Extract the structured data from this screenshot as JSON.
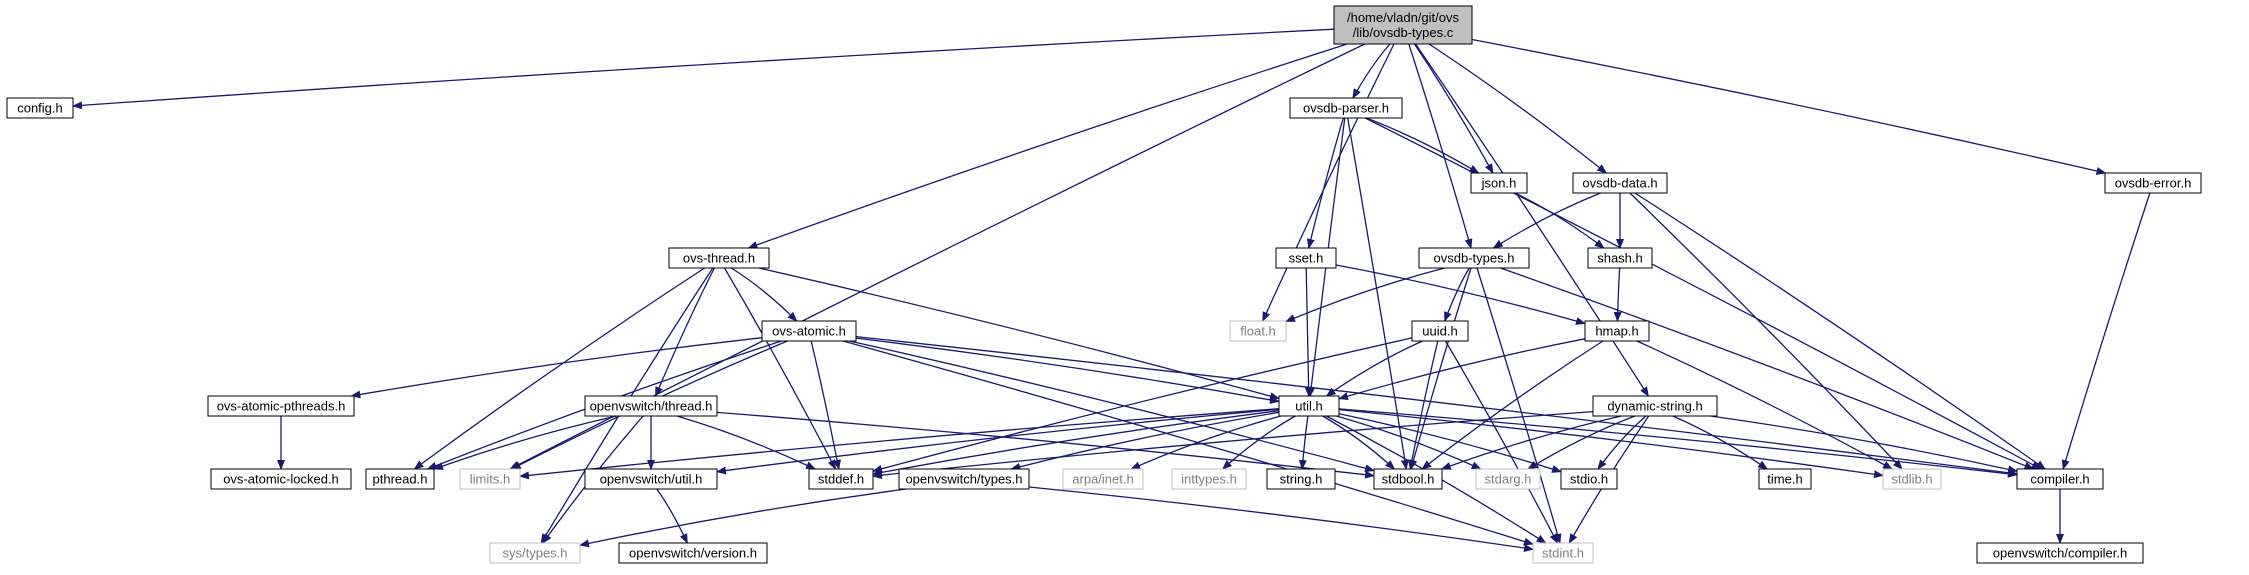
{
  "graph": {
    "colors": {
      "edge": "#191970",
      "root_fill": "#bfbfbf",
      "node_border": "#000000",
      "missing_border": "#bfbfbf",
      "missing_text": "#808080"
    },
    "nodes": [
      {
        "id": "root",
        "label_lines": [
          "/home/vladn/git/ovs",
          "/lib/ovsdb-types.c"
        ],
        "style": "root"
      },
      {
        "id": "config",
        "label_lines": [
          "config.h"
        ],
        "style": "normal"
      },
      {
        "id": "limits",
        "label_lines": [
          "limits.h"
        ],
        "style": "missing"
      },
      {
        "id": "ovsthread",
        "label_lines": [
          "ovs-thread.h"
        ],
        "style": "normal"
      },
      {
        "id": "float",
        "label_lines": [
          "float.h"
        ],
        "style": "missing"
      },
      {
        "id": "parser",
        "label_lines": [
          "ovsdb-parser.h"
        ],
        "style": "normal"
      },
      {
        "id": "json",
        "label_lines": [
          "json.h"
        ],
        "style": "normal"
      },
      {
        "id": "data",
        "label_lines": [
          "ovsdb-data.h"
        ],
        "style": "normal"
      },
      {
        "id": "types",
        "label_lines": [
          "ovsdb-types.h"
        ],
        "style": "normal"
      },
      {
        "id": "dynstr",
        "label_lines": [
          "dynamic-string.h"
        ],
        "style": "normal"
      },
      {
        "id": "error",
        "label_lines": [
          "ovsdb-error.h"
        ],
        "style": "normal"
      },
      {
        "id": "sset",
        "label_lines": [
          "sset.h"
        ],
        "style": "normal"
      },
      {
        "id": "shash",
        "label_lines": [
          "shash.h"
        ],
        "style": "normal"
      },
      {
        "id": "hmap",
        "label_lines": [
          "hmap.h"
        ],
        "style": "normal"
      },
      {
        "id": "uuid",
        "label_lines": [
          "uuid.h"
        ],
        "style": "normal"
      },
      {
        "id": "atomic",
        "label_lines": [
          "ovs-atomic.h"
        ],
        "style": "normal"
      },
      {
        "id": "atomicpth",
        "label_lines": [
          "ovs-atomic-pthreads.h"
        ],
        "style": "normal"
      },
      {
        "id": "atomiclocked",
        "label_lines": [
          "ovs-atomic-locked.h"
        ],
        "style": "normal"
      },
      {
        "id": "owthread",
        "label_lines": [
          "openvswitch/thread.h"
        ],
        "style": "normal"
      },
      {
        "id": "pthread",
        "label_lines": [
          "pthread.h"
        ],
        "style": "normal"
      },
      {
        "id": "util",
        "label_lines": [
          "util.h"
        ],
        "style": "normal"
      },
      {
        "id": "owutil",
        "label_lines": [
          "openvswitch/util.h"
        ],
        "style": "normal"
      },
      {
        "id": "stddef",
        "label_lines": [
          "stddef.h"
        ],
        "style": "normal"
      },
      {
        "id": "owtypes",
        "label_lines": [
          "openvswitch/types.h"
        ],
        "style": "normal"
      },
      {
        "id": "arpa",
        "label_lines": [
          "arpa/inet.h"
        ],
        "style": "missing"
      },
      {
        "id": "inttypes",
        "label_lines": [
          "inttypes.h"
        ],
        "style": "missing"
      },
      {
        "id": "string",
        "label_lines": [
          "string.h"
        ],
        "style": "normal"
      },
      {
        "id": "stdbool",
        "label_lines": [
          "stdbool.h"
        ],
        "style": "normal"
      },
      {
        "id": "stdarg",
        "label_lines": [
          "stdarg.h"
        ],
        "style": "missing"
      },
      {
        "id": "stdio",
        "label_lines": [
          "stdio.h"
        ],
        "style": "normal"
      },
      {
        "id": "time",
        "label_lines": [
          "time.h"
        ],
        "style": "normal"
      },
      {
        "id": "stdlib",
        "label_lines": [
          "stdlib.h"
        ],
        "style": "missing"
      },
      {
        "id": "compiler",
        "label_lines": [
          "compiler.h"
        ],
        "style": "normal"
      },
      {
        "id": "owcompiler",
        "label_lines": [
          "openvswitch/compiler.h"
        ],
        "style": "normal"
      },
      {
        "id": "systypes",
        "label_lines": [
          "sys/types.h"
        ],
        "style": "missing"
      },
      {
        "id": "owversion",
        "label_lines": [
          "openvswitch/version.h"
        ],
        "style": "normal"
      },
      {
        "id": "stdint",
        "label_lines": [
          "stdint.h"
        ],
        "style": "missing"
      }
    ],
    "edges": [
      [
        "root",
        "config"
      ],
      [
        "root",
        "limits"
      ],
      [
        "root",
        "ovsthread"
      ],
      [
        "root",
        "float"
      ],
      [
        "root",
        "parser"
      ],
      [
        "root",
        "json"
      ],
      [
        "root",
        "data"
      ],
      [
        "root",
        "types"
      ],
      [
        "root",
        "dynstr"
      ],
      [
        "root",
        "error"
      ],
      [
        "parser",
        "json"
      ],
      [
        "parser",
        "sset"
      ],
      [
        "parser",
        "util"
      ],
      [
        "parser",
        "stdbool"
      ],
      [
        "parser",
        "compiler"
      ],
      [
        "json",
        "shash"
      ],
      [
        "data",
        "types"
      ],
      [
        "data",
        "shash"
      ],
      [
        "data",
        "stdlib"
      ],
      [
        "data",
        "compiler"
      ],
      [
        "error",
        "compiler"
      ],
      [
        "ovsthread",
        "atomic"
      ],
      [
        "ovsthread",
        "owthread"
      ],
      [
        "ovsthread",
        "pthread"
      ],
      [
        "ovsthread",
        "stddef"
      ],
      [
        "ovsthread",
        "util"
      ],
      [
        "ovsthread",
        "systypes"
      ],
      [
        "sset",
        "hmap"
      ],
      [
        "sset",
        "util"
      ],
      [
        "shash",
        "hmap"
      ],
      [
        "types",
        "float"
      ],
      [
        "types",
        "uuid"
      ],
      [
        "types",
        "stdbool"
      ],
      [
        "types",
        "stdint"
      ],
      [
        "types",
        "compiler"
      ],
      [
        "hmap",
        "util"
      ],
      [
        "hmap",
        "stdbool"
      ],
      [
        "hmap",
        "stdlib"
      ],
      [
        "uuid",
        "util"
      ],
      [
        "uuid",
        "stdbool"
      ],
      [
        "uuid",
        "stdint"
      ],
      [
        "uuid",
        "stddef"
      ],
      [
        "atomic",
        "atomicpth"
      ],
      [
        "atomic",
        "pthread"
      ],
      [
        "atomic",
        "limits"
      ],
      [
        "atomic",
        "stddef"
      ],
      [
        "atomic",
        "stdint"
      ],
      [
        "atomic",
        "stdbool"
      ],
      [
        "atomic",
        "util"
      ],
      [
        "atomic",
        "compiler"
      ],
      [
        "atomicpth",
        "atomiclocked"
      ],
      [
        "owthread",
        "pthread"
      ],
      [
        "owthread",
        "owutil"
      ],
      [
        "owthread",
        "stddef"
      ],
      [
        "owthread",
        "stdbool"
      ],
      [
        "owthread",
        "systypes"
      ],
      [
        "util",
        "limits"
      ],
      [
        "util",
        "owutil"
      ],
      [
        "util",
        "stddef"
      ],
      [
        "util",
        "owtypes"
      ],
      [
        "util",
        "arpa"
      ],
      [
        "util",
        "inttypes"
      ],
      [
        "util",
        "string"
      ],
      [
        "util",
        "stdbool"
      ],
      [
        "util",
        "stdarg"
      ],
      [
        "util",
        "stdio"
      ],
      [
        "util",
        "stdlib"
      ],
      [
        "util",
        "stdint"
      ],
      [
        "util",
        "compiler"
      ],
      [
        "dynstr",
        "stddef"
      ],
      [
        "dynstr",
        "stdbool"
      ],
      [
        "dynstr",
        "stdarg"
      ],
      [
        "dynstr",
        "stdio"
      ],
      [
        "dynstr",
        "time"
      ],
      [
        "dynstr",
        "stdint"
      ],
      [
        "dynstr",
        "compiler"
      ],
      [
        "owutil",
        "owversion"
      ],
      [
        "owtypes",
        "systypes"
      ],
      [
        "owtypes",
        "stdint"
      ],
      [
        "compiler",
        "owcompiler"
      ]
    ]
  }
}
